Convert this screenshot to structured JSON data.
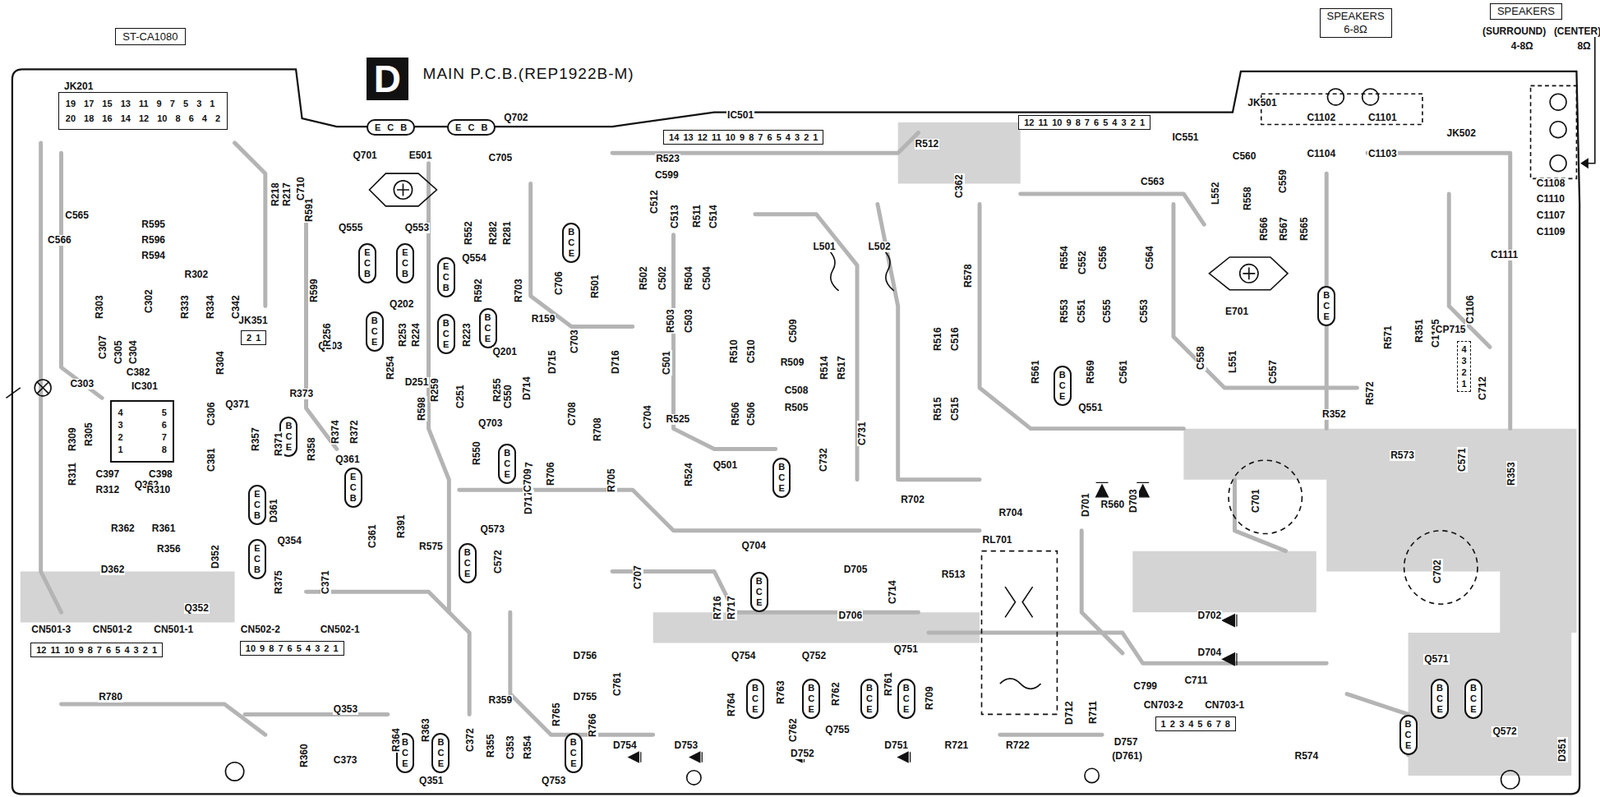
{
  "diagram": {
    "title": "MAIN P.C.B.(REP1922B-M)",
    "nodes": [
      {
        "text": [
          "ST-CA1080"
        ]
      },
      {
        "text": [
          "D"
        ]
      },
      {
        "text": [
          "SPEAKERS",
          "6-8Ω"
        ]
      },
      {
        "text": [
          "SPEAKERS"
        ]
      },
      {
        "text": [
          "19 17 15 13 11 9 7 5 3 1",
          "20 18 16 14 12 10 8 6 4 2"
        ]
      },
      {
        "text": [
          "14 13 12 11 10 9 8 7 6 5 4 3 2 1"
        ]
      },
      {
        "text": [
          "12 11 10 9 8 7 6 5 4 3 2 1"
        ]
      },
      {
        "text": [
          "4 3 2 1",
          "5 6 7 8"
        ]
      },
      {
        "text": [
          "2 1"
        ]
      },
      {
        "text": [
          "12 11 10 9 8 7 6 5 4 3 2 1"
        ]
      },
      {
        "text": [
          "10 9 8 7 6 5 4 3 2 1"
        ]
      },
      {
        "text": [
          "1 2 3 4 5 6 7 8"
        ]
      },
      {
        "text": [
          "4 3 2 1"
        ]
      },
      {
        "text": [
          "E C B"
        ]
      },
      {
        "text": [
          "E C B"
        ]
      },
      {
        "text": [
          "E C B"
        ]
      },
      {
        "text": [
          "E C B"
        ]
      },
      {
        "text": [
          "E C B"
        ]
      },
      {
        "text": [
          "B C E"
        ]
      },
      {
        "text": [
          "B C E"
        ]
      },
      {
        "text": [
          "B C E"
        ]
      },
      {
        "text": [
          "B C E"
        ]
      },
      {
        "text": [
          "E C B"
        ]
      },
      {
        "text": [
          "E C B"
        ]
      },
      {
        "text": [
          "E C B"
        ]
      },
      {
        "text": [
          "B C E"
        ]
      },
      {
        "text": [
          "B C E"
        ]
      },
      {
        "text": [
          "B C E"
        ]
      },
      {
        "text": [
          "B C E"
        ]
      },
      {
        "text": [
          "B C E"
        ]
      },
      {
        "text": [
          "B C E"
        ]
      },
      {
        "text": [
          "B C E"
        ]
      },
      {
        "text": [
          "B C E"
        ]
      },
      {
        "text": [
          "B C E"
        ]
      },
      {
        "text": [
          "B C E"
        ]
      },
      {
        "text": [
          "B C E"
        ]
      },
      {
        "text": [
          "B C E"
        ]
      },
      {
        "text": [
          "B C E"
        ]
      },
      {
        "text": [
          "B C E"
        ]
      },
      {
        "text": [
          "B C E"
        ]
      },
      {
        "text": [
          "B C E"
        ]
      },
      {
        "text": [
          "B C E"
        ]
      }
    ],
    "labels": [
      "(SURROUND)",
      "(CENTER)",
      "4-8Ω",
      "8Ω",
      "JK201",
      "Q701",
      "E501",
      "Q702",
      "C705",
      "IC501",
      "IC551",
      "R512",
      "R523",
      "C599",
      "C512",
      "C513",
      "R511",
      "C514",
      "C362",
      "C560",
      "C559",
      "C563",
      "L552",
      "R558",
      "JK501",
      "C1102",
      "C1101",
      "C1104",
      "C1103",
      "JK502",
      "C1108",
      "C1110",
      "C1107",
      "C1109",
      "C1111",
      "L501",
      "L502",
      "R578",
      "R566",
      "R567",
      "R565",
      "E701",
      "R554",
      "C552",
      "C556",
      "C564",
      "R553",
      "C551",
      "C555",
      "C553",
      "R561",
      "R569",
      "C561",
      "Q551",
      "C558",
      "L551",
      "C557",
      "R571",
      "R351",
      "C1105",
      "C1106",
      "CP715",
      "R572",
      "C712",
      "R352",
      "R573",
      "C571",
      "R353",
      "C701",
      "C702",
      "D701",
      "R560",
      "D703",
      "R704",
      "R702",
      "RL701",
      "R513",
      "D702",
      "D704",
      "C799",
      "C711",
      "CN703-2",
      "CN703-1",
      "D712",
      "R711",
      "D757",
      "(D761)",
      "R721",
      "R722",
      "R709",
      "Q571",
      "Q572",
      "R574",
      "D351",
      "C706",
      "R703",
      "R501",
      "R502",
      "C502",
      "R504",
      "C504",
      "R159",
      "C703",
      "D716",
      "D715",
      "D714",
      "C708",
      "R708",
      "R707",
      "D717",
      "R706",
      "R705",
      "R503",
      "C503",
      "C501",
      "R510",
      "C510",
      "R509",
      "C509",
      "R506",
      "C506",
      "C508",
      "R505",
      "R514",
      "R517",
      "R516",
      "C516",
      "R515",
      "C515",
      "R525",
      "C704",
      "C731",
      "C732",
      "Q501",
      "R524",
      "Q201",
      "C550",
      "Q703",
      "R550",
      "C709",
      "Q573",
      "C572",
      "R575",
      "C707",
      "Q704",
      "R716",
      "R717",
      "D705",
      "D706",
      "C714",
      "Q754",
      "R763",
      "Q752",
      "R762",
      "Q751",
      "R761",
      "Q755",
      "R764",
      "C762",
      "D751",
      "D752",
      "D753",
      "D754",
      "Q753",
      "D756",
      "D755",
      "C761",
      "R765",
      "R766",
      "R359",
      "Q351",
      "R363",
      "R364",
      "C372",
      "R355",
      "C353",
      "R354",
      "Q353",
      "R360",
      "C373",
      "R780",
      "CN501-3",
      "CN501-2",
      "CN501-1",
      "CN502-2",
      "CN502-1",
      "Q352",
      "D362",
      "R362",
      "R361",
      "R356",
      "D352",
      "Q354",
      "R375",
      "C371",
      "C361",
      "R391",
      "Q362",
      "D361",
      "Q361",
      "R371",
      "R357",
      "R358",
      "R374",
      "R372",
      "R373",
      "Q371",
      "IC301",
      "C381",
      "C306",
      "C382",
      "C397",
      "C398",
      "R312",
      "R310",
      "R311",
      "R309",
      "C303",
      "R305",
      "JK351",
      "Q203",
      "Q202",
      "Q555",
      "Q553",
      "Q554",
      "R599",
      "R256",
      "R254",
      "R253",
      "R224",
      "R223",
      "R592",
      "R552",
      "R282",
      "R281",
      "R255",
      "C251",
      "R259",
      "D251",
      "R598",
      "R218",
      "R217",
      "C710",
      "R591",
      "C565",
      "C566",
      "R595",
      "R596",
      "R594",
      "R302",
      "R333",
      "R334",
      "C342",
      "R304",
      "R303",
      "C307",
      "C302",
      "C304",
      "C305"
    ]
  }
}
